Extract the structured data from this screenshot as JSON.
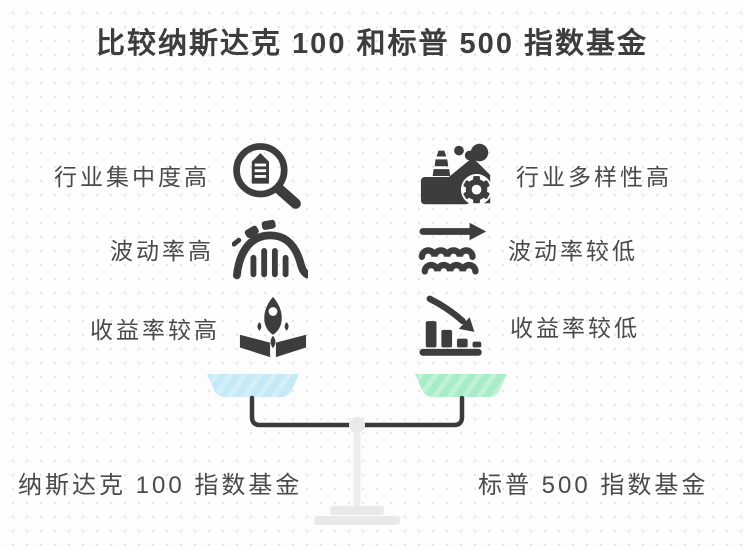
{
  "title": "比较纳斯达克 100 和标普 500 指数基金",
  "left_column": {
    "items": [
      {
        "label": "行业集中度高",
        "icon": "magnifier-building"
      },
      {
        "label": "波动率高",
        "icon": "rollercoaster"
      },
      {
        "label": "收益率较高",
        "icon": "rocket-launch"
      }
    ],
    "footer_label": "纳斯达克 100 指数基金",
    "pan_color": "#c5e9f7"
  },
  "right_column": {
    "items": [
      {
        "label": "行业多样性高",
        "icon": "factory-gear"
      },
      {
        "label": "波动率较低",
        "icon": "waves-arrow"
      },
      {
        "label": "收益率较低",
        "icon": "chart-declining"
      }
    ],
    "footer_label": "标普 500 指数基金",
    "pan_color": "#a8edc7"
  },
  "colors": {
    "ink": "#3d3d3d",
    "pan_blue": "#c5e9f7",
    "pan_green": "#a8edc7",
    "stand_gray": "#e9e9e9",
    "background": "#fdfdfd"
  }
}
